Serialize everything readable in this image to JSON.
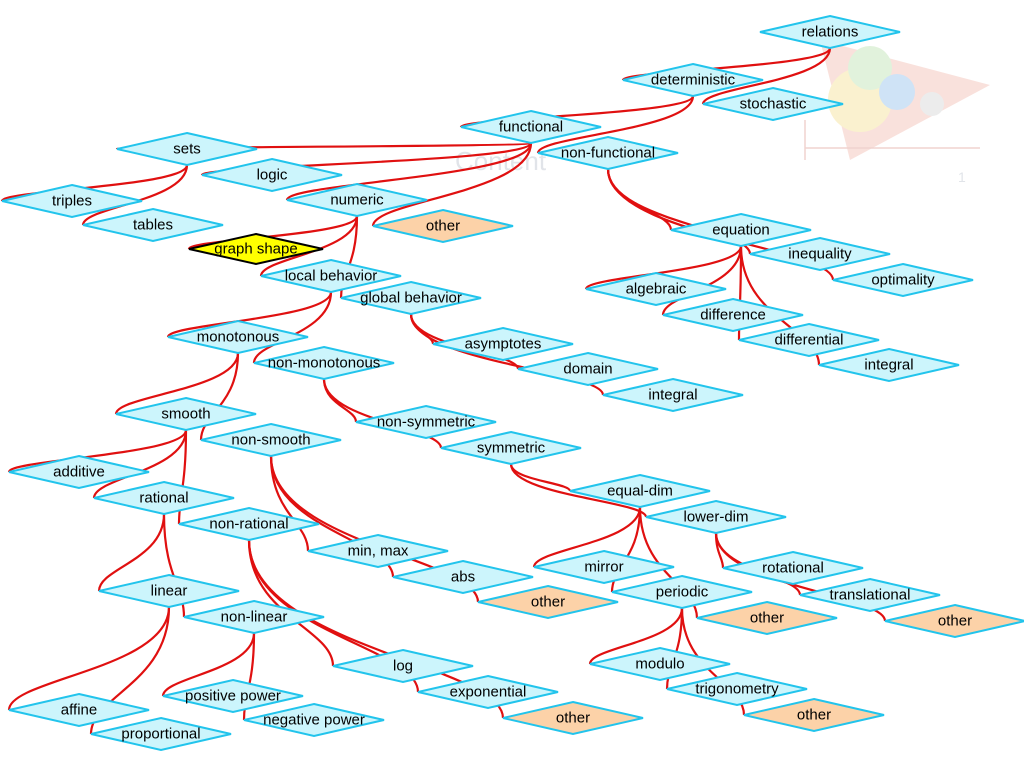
{
  "colors": {
    "node_fill": "#ccf5fc",
    "node_stroke": "#22c4ec",
    "other_fill": "#fcd2a8",
    "highlight_fill": "#ffff00",
    "highlight_stroke": "#000000",
    "edge": "#e01010"
  },
  "watermark": {
    "text": "Content",
    "tick": "1"
  },
  "nodes": [
    {
      "id": "relations",
      "label": "relations",
      "kind": "normal"
    },
    {
      "id": "deterministic",
      "label": "deterministic",
      "kind": "normal"
    },
    {
      "id": "stochastic",
      "label": "stochastic",
      "kind": "normal"
    },
    {
      "id": "functional",
      "label": "functional",
      "kind": "normal"
    },
    {
      "id": "non-functional",
      "label": "non-functional",
      "kind": "normal"
    },
    {
      "id": "sets",
      "label": "sets",
      "kind": "normal"
    },
    {
      "id": "logic",
      "label": "logic",
      "kind": "normal"
    },
    {
      "id": "numeric",
      "label": "numeric",
      "kind": "normal"
    },
    {
      "id": "other-1",
      "label": "other",
      "kind": "other"
    },
    {
      "id": "triples",
      "label": "triples",
      "kind": "normal"
    },
    {
      "id": "tables",
      "label": "tables",
      "kind": "normal"
    },
    {
      "id": "graph-shape",
      "label": "graph shape",
      "kind": "highlight"
    },
    {
      "id": "local-behavior",
      "label": "local behavior",
      "kind": "normal"
    },
    {
      "id": "global-behavior",
      "label": "global behavior",
      "kind": "normal"
    },
    {
      "id": "asymptotes",
      "label": "asymptotes",
      "kind": "normal"
    },
    {
      "id": "domain",
      "label": "domain",
      "kind": "normal"
    },
    {
      "id": "integral-1",
      "label": "integral",
      "kind": "normal"
    },
    {
      "id": "monotonous",
      "label": "monotonous",
      "kind": "normal"
    },
    {
      "id": "non-monotonous",
      "label": "non-monotonous",
      "kind": "normal"
    },
    {
      "id": "non-symmetric",
      "label": "non-symmetric",
      "kind": "normal"
    },
    {
      "id": "symmetric",
      "label": "symmetric",
      "kind": "normal"
    },
    {
      "id": "smooth",
      "label": "smooth",
      "kind": "normal"
    },
    {
      "id": "non-smooth",
      "label": "non-smooth",
      "kind": "normal"
    },
    {
      "id": "additive",
      "label": "additive",
      "kind": "normal"
    },
    {
      "id": "rational",
      "label": "rational",
      "kind": "normal"
    },
    {
      "id": "non-rational",
      "label": "non-rational",
      "kind": "normal"
    },
    {
      "id": "min-max",
      "label": "min, max",
      "kind": "normal"
    },
    {
      "id": "abs",
      "label": "abs",
      "kind": "normal"
    },
    {
      "id": "other-2",
      "label": "other",
      "kind": "other"
    },
    {
      "id": "linear",
      "label": "linear",
      "kind": "normal"
    },
    {
      "id": "non-linear",
      "label": "non-linear",
      "kind": "normal"
    },
    {
      "id": "log",
      "label": "log",
      "kind": "normal"
    },
    {
      "id": "exponential",
      "label": "exponential",
      "kind": "normal"
    },
    {
      "id": "other-3",
      "label": "other",
      "kind": "other"
    },
    {
      "id": "affine",
      "label": "affine",
      "kind": "normal"
    },
    {
      "id": "proportional",
      "label": "proportional",
      "kind": "normal"
    },
    {
      "id": "positive-power",
      "label": "positive power",
      "kind": "normal"
    },
    {
      "id": "negative-power",
      "label": "negative power",
      "kind": "normal"
    },
    {
      "id": "equation",
      "label": "equation",
      "kind": "normal"
    },
    {
      "id": "inequality",
      "label": "inequality",
      "kind": "normal"
    },
    {
      "id": "optimality",
      "label": "optimality",
      "kind": "normal"
    },
    {
      "id": "algebraic",
      "label": "algebraic",
      "kind": "normal"
    },
    {
      "id": "difference",
      "label": "difference",
      "kind": "normal"
    },
    {
      "id": "differential",
      "label": "differential",
      "kind": "normal"
    },
    {
      "id": "integral-2",
      "label": "integral",
      "kind": "normal"
    },
    {
      "id": "equal-dim",
      "label": "equal-dim",
      "kind": "normal"
    },
    {
      "id": "lower-dim",
      "label": "lower-dim",
      "kind": "normal"
    },
    {
      "id": "mirror",
      "label": "mirror",
      "kind": "normal"
    },
    {
      "id": "periodic",
      "label": "periodic",
      "kind": "normal"
    },
    {
      "id": "other-4",
      "label": "other",
      "kind": "other"
    },
    {
      "id": "rotational",
      "label": "rotational",
      "kind": "normal"
    },
    {
      "id": "translational",
      "label": "translational",
      "kind": "normal"
    },
    {
      "id": "other-5",
      "label": "other",
      "kind": "other"
    },
    {
      "id": "modulo",
      "label": "modulo",
      "kind": "normal"
    },
    {
      "id": "trigonometry",
      "label": "trigonometry",
      "kind": "normal"
    },
    {
      "id": "other-6",
      "label": "other",
      "kind": "other"
    }
  ],
  "edges": [
    [
      "relations",
      "deterministic"
    ],
    [
      "relations",
      "stochastic"
    ],
    [
      "deterministic",
      "functional"
    ],
    [
      "deterministic",
      "non-functional"
    ],
    [
      "functional",
      "sets"
    ],
    [
      "functional",
      "logic"
    ],
    [
      "functional",
      "numeric"
    ],
    [
      "functional",
      "other-1"
    ],
    [
      "sets",
      "triples"
    ],
    [
      "sets",
      "tables"
    ],
    [
      "numeric",
      "graph-shape"
    ],
    [
      "numeric",
      "local-behavior"
    ],
    [
      "numeric",
      "global-behavior"
    ],
    [
      "global-behavior",
      "asymptotes"
    ],
    [
      "global-behavior",
      "domain"
    ],
    [
      "global-behavior",
      "integral-1"
    ],
    [
      "local-behavior",
      "monotonous"
    ],
    [
      "local-behavior",
      "non-monotonous"
    ],
    [
      "non-monotonous",
      "non-symmetric"
    ],
    [
      "non-monotonous",
      "symmetric"
    ],
    [
      "monotonous",
      "smooth"
    ],
    [
      "monotonous",
      "non-smooth"
    ],
    [
      "non-smooth",
      "min-max"
    ],
    [
      "non-smooth",
      "abs"
    ],
    [
      "non-smooth",
      "other-2"
    ],
    [
      "smooth",
      "additive"
    ],
    [
      "smooth",
      "rational"
    ],
    [
      "smooth",
      "non-rational"
    ],
    [
      "rational",
      "linear"
    ],
    [
      "rational",
      "non-linear"
    ],
    [
      "non-rational",
      "log"
    ],
    [
      "non-rational",
      "exponential"
    ],
    [
      "non-rational",
      "other-3"
    ],
    [
      "linear",
      "affine"
    ],
    [
      "linear",
      "proportional"
    ],
    [
      "non-linear",
      "positive-power"
    ],
    [
      "non-linear",
      "negative-power"
    ],
    [
      "non-functional",
      "equation"
    ],
    [
      "non-functional",
      "inequality"
    ],
    [
      "non-functional",
      "optimality"
    ],
    [
      "equation",
      "algebraic"
    ],
    [
      "equation",
      "difference"
    ],
    [
      "equation",
      "differential"
    ],
    [
      "equation",
      "integral-2"
    ],
    [
      "symmetric",
      "equal-dim"
    ],
    [
      "symmetric",
      "lower-dim"
    ],
    [
      "equal-dim",
      "mirror"
    ],
    [
      "equal-dim",
      "periodic"
    ],
    [
      "equal-dim",
      "other-4"
    ],
    [
      "lower-dim",
      "rotational"
    ],
    [
      "lower-dim",
      "translational"
    ],
    [
      "lower-dim",
      "other-5"
    ],
    [
      "periodic",
      "modulo"
    ],
    [
      "periodic",
      "trigonometry"
    ],
    [
      "periodic",
      "other-6"
    ]
  ]
}
